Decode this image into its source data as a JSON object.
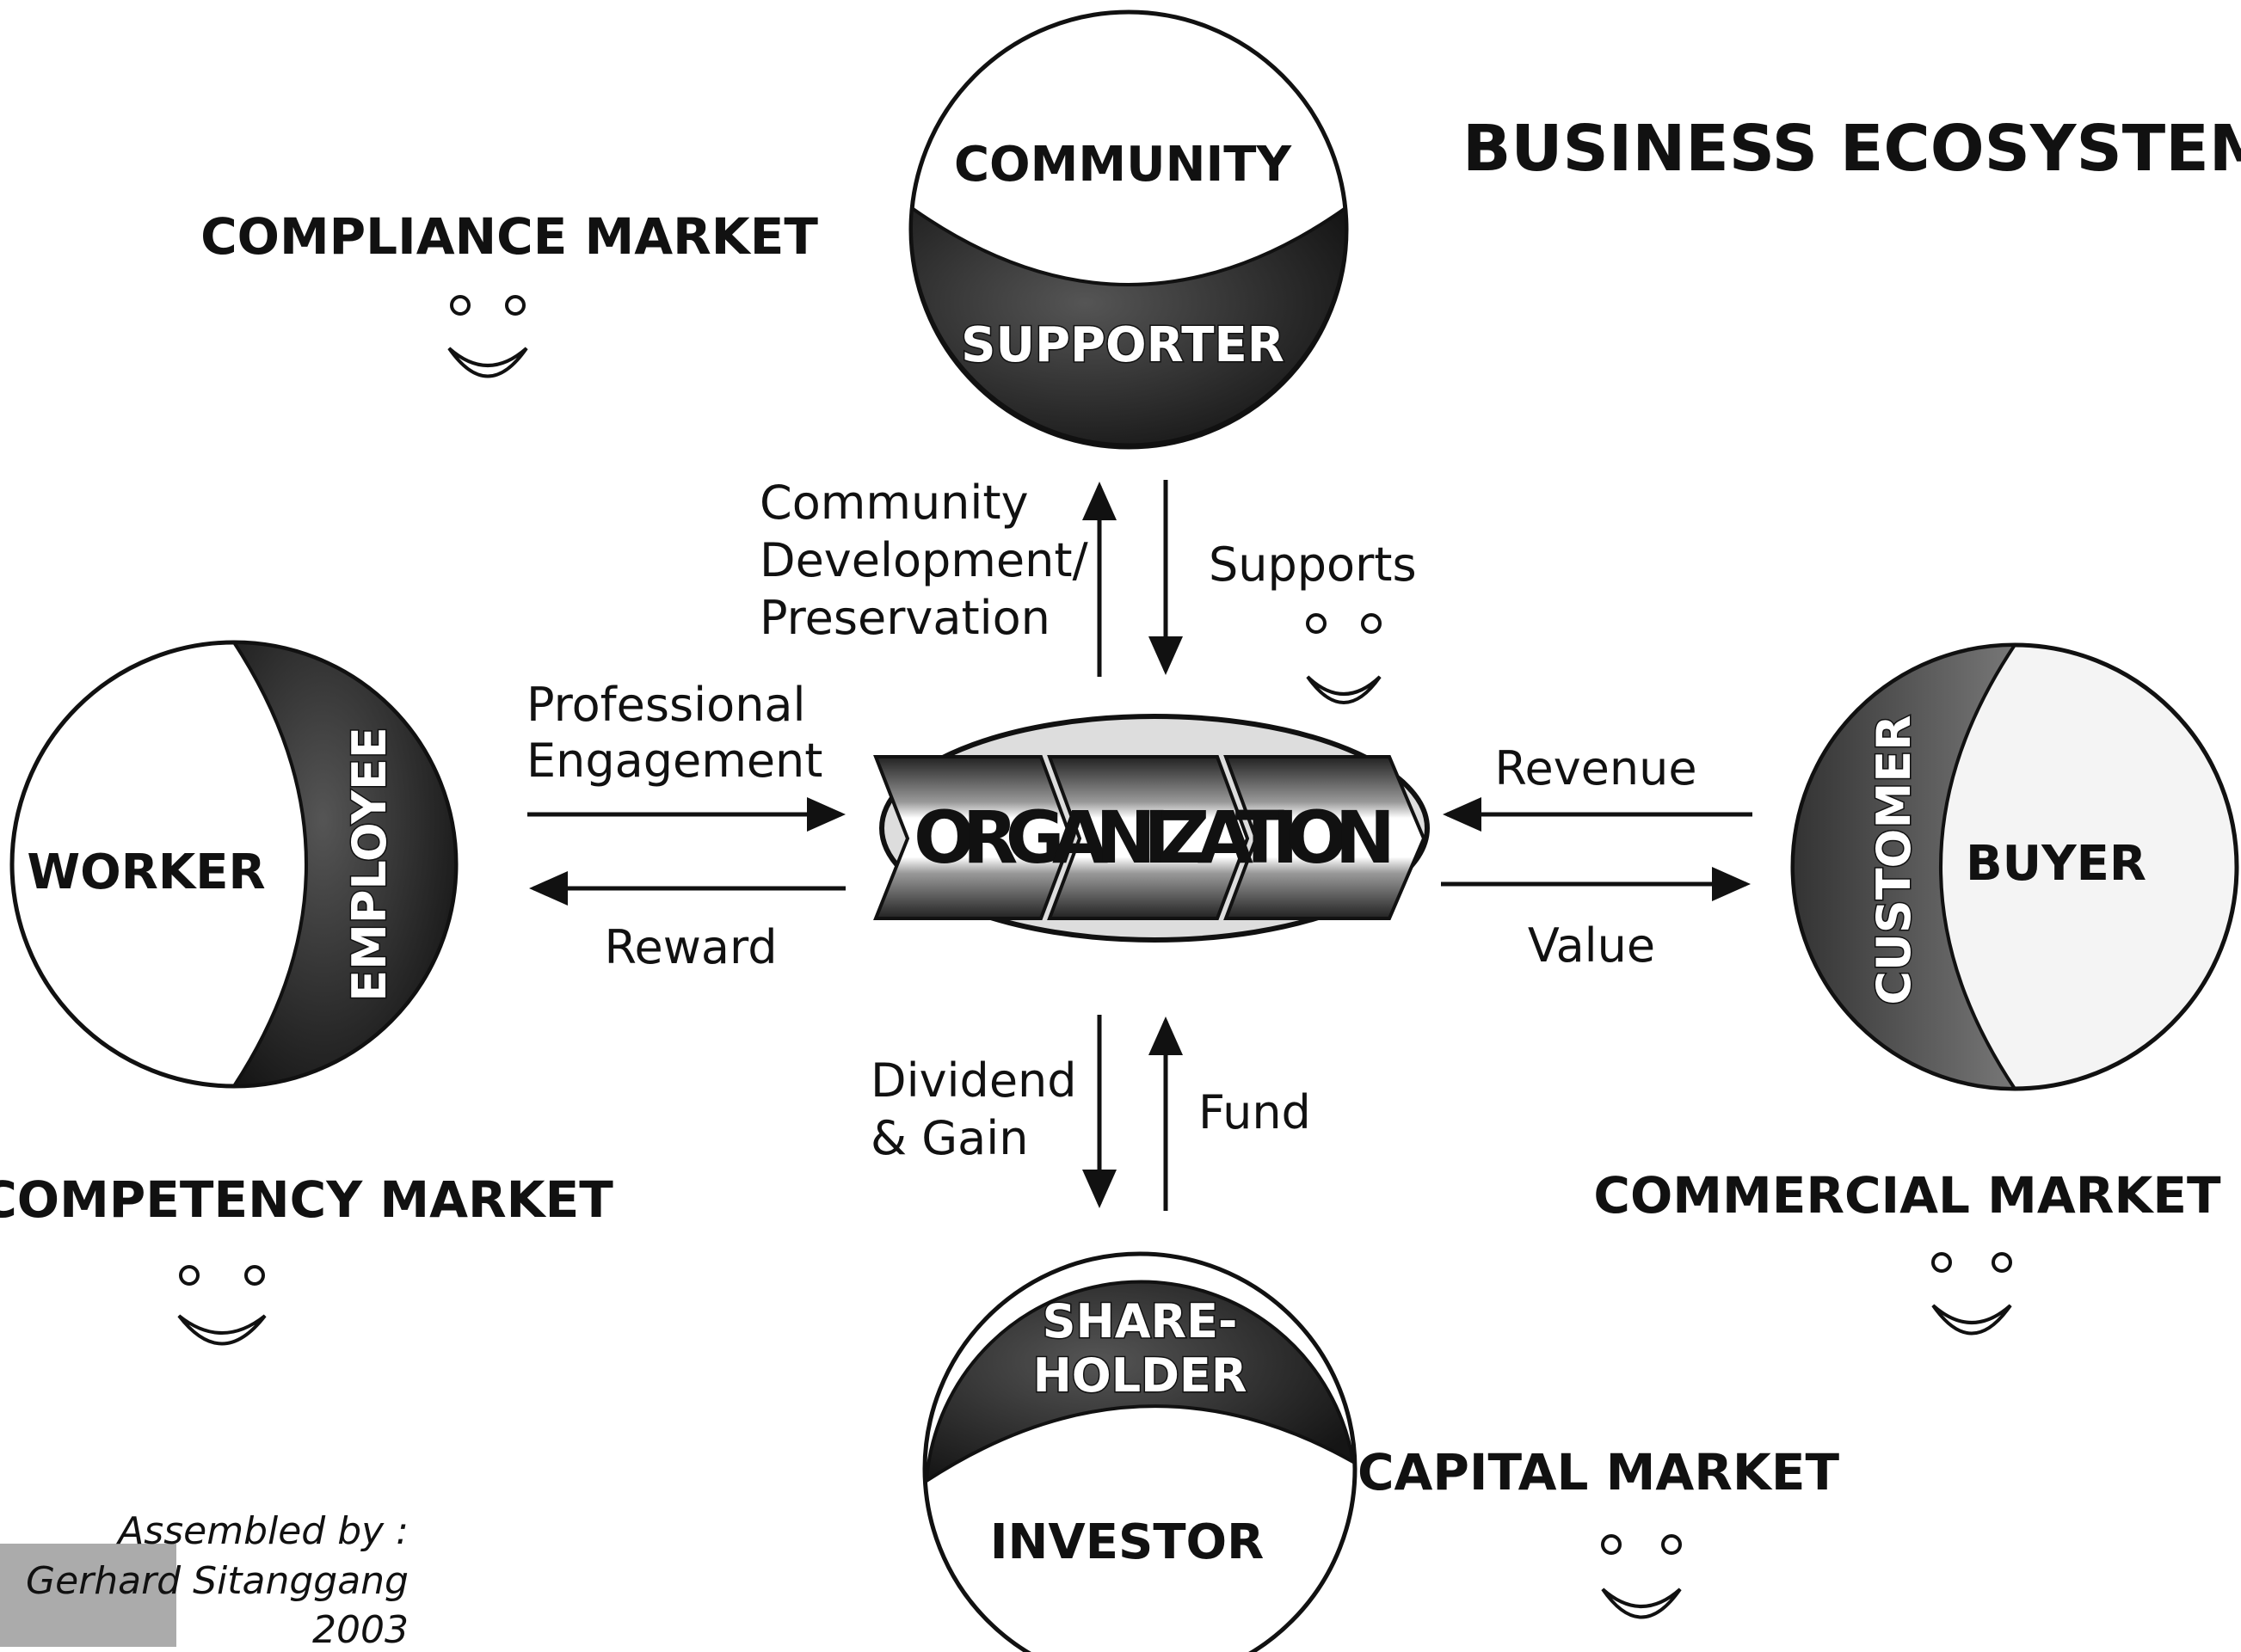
{
  "title": "BUSINESS ECOSYSTEM",
  "center": "ORGANIZATION",
  "community": {
    "outer": "COMMUNITY",
    "inner": "SUPPORTER",
    "market": "COMPLIANCE MARKET"
  },
  "worker": {
    "outer": "WORKER",
    "inner": "EMPLOYEE",
    "market": "COMPETENCY MARKET"
  },
  "customer": {
    "outer": "BUYER",
    "inner": "CUSTOMER",
    "market": "COMMERCIAL MARKET"
  },
  "investor": {
    "outer": "INVESTOR",
    "inner_line1": "SHARE-",
    "inner_line2": "HOLDER",
    "market": "CAPITAL MARKET"
  },
  "flows": {
    "community_dev_1": "Community",
    "community_dev_2": "Development/",
    "community_dev_3": "Preservation",
    "supports": "Supports",
    "professional_1": "Professional",
    "professional_2": "Engagement",
    "reward": "Reward",
    "revenue": "Revenue",
    "value": "Value",
    "dividend_1": "Dividend",
    "dividend_2": "& Gain",
    "fund": "Fund"
  },
  "credit": {
    "line1": "Assembled by :",
    "line2": "Gerhard Sitanggang",
    "line3": "2003"
  },
  "colors": {
    "ink": "#111111",
    "dark_fill": "#2a2a2a",
    "mid_fill": "#8a8a8a"
  }
}
